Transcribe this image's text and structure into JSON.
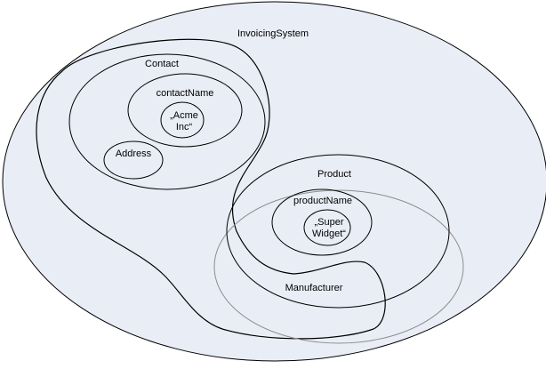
{
  "diagram": {
    "nodes": {
      "invoicing_system": {
        "label": "InvoicingSystem"
      },
      "contact": {
        "label": "Contact"
      },
      "contact_name": {
        "label": "contactName"
      },
      "acme_inc": {
        "label_line1": "„Acme",
        "label_line2": "Inc“"
      },
      "address": {
        "label": "Address"
      },
      "product": {
        "label": "Product"
      },
      "product_name": {
        "label": "productName"
      },
      "super_widget": {
        "label_line1": "„Super",
        "label_line2": "Widget“"
      },
      "manufacturer": {
        "label": "Manufacturer"
      }
    },
    "colors": {
      "fill": "#e9edf6",
      "stroke": "#000000",
      "manufacturer_stroke": "#8c8c8c"
    }
  }
}
